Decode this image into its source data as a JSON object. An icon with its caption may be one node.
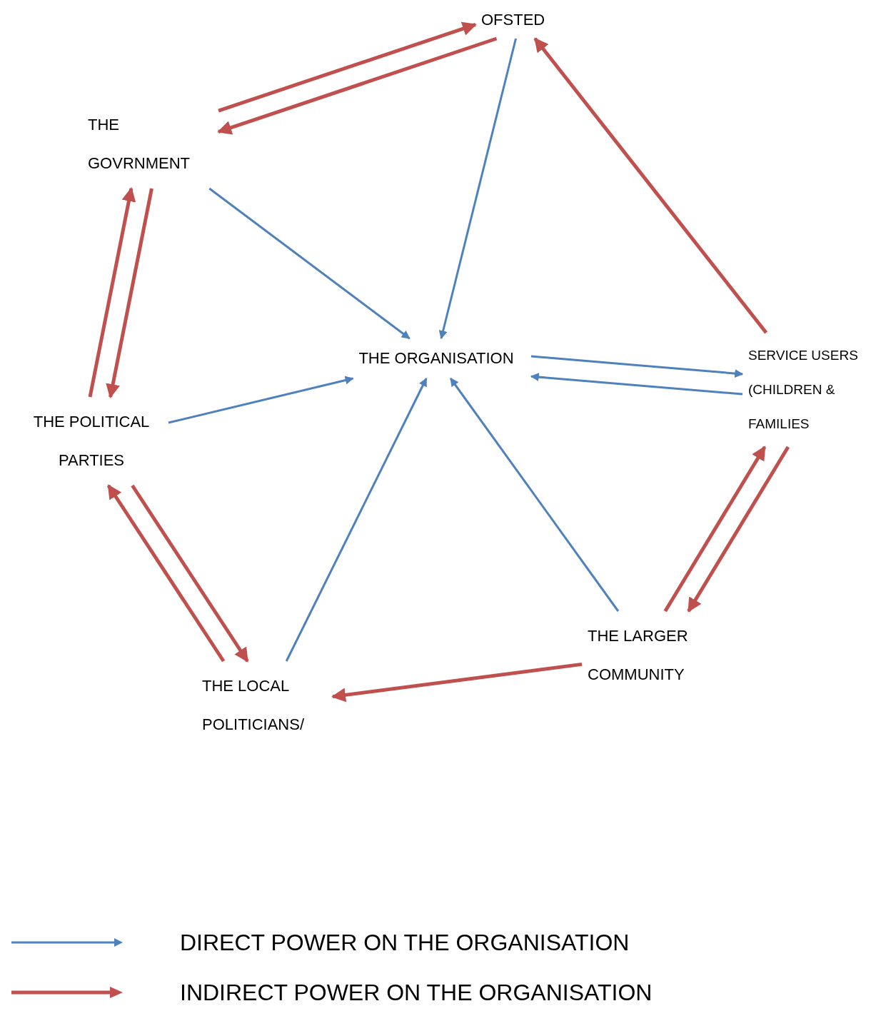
{
  "diagram": {
    "nodes": [
      {
        "text": [
          "OFSTED"
        ]
      },
      {
        "text": [
          "THE GOVRNMENT"
        ]
      },
      {
        "text": [
          "THE ORGANISATION"
        ]
      },
      {
        "text": [
          "SERVICE USERS (CHILDREN & FAMILIES"
        ]
      },
      {
        "text": [
          "THE POLITICAL PARTIES"
        ]
      },
      {
        "text": [
          "THE LARGER COMMUNITY"
        ]
      },
      {
        "text": [
          "THE LOCAL POLITICIANS/"
        ]
      }
    ],
    "edges": [
      {
        "from": 1,
        "to": 0,
        "arrow": "to"
      },
      {
        "from": 0,
        "to": 1,
        "arrow": "to"
      },
      {
        "from": 0,
        "to": 2,
        "arrow": "to",
        "color": "#4f81bd"
      },
      {
        "from": 3,
        "to": 0,
        "arrow": "to"
      },
      {
        "from": 1,
        "to": 2,
        "arrow": "to",
        "color": "#4f81bd"
      },
      {
        "from": 4,
        "to": 1,
        "arrow": "to"
      },
      {
        "from": 1,
        "to": 4,
        "arrow": "to"
      },
      {
        "from": 3,
        "to": 2,
        "arrow": "to",
        "color": "#4f81bd"
      },
      {
        "from": 2,
        "to": 3,
        "arrow": "to",
        "color": "#4f81bd"
      },
      {
        "from": 4,
        "to": 2,
        "arrow": "to",
        "color": "#4f81bd"
      },
      {
        "from": 5,
        "to": 3,
        "arrow": "to"
      },
      {
        "from": 3,
        "to": 5,
        "arrow": "to"
      },
      {
        "from": 6,
        "to": 2,
        "arrow": "to",
        "color": "#4f81bd"
      },
      {
        "from": 5,
        "to": 2,
        "arrow": "to",
        "color": "#4f81bd"
      },
      {
        "from": 4,
        "to": 6,
        "arrow": "to"
      },
      {
        "from": 6,
        "to": 4,
        "arrow": "to"
      },
      {
        "from": 5,
        "to": 6,
        "arrow": "to"
      }
    ],
    "legend": [
      {
        "text": "DIRECT POWER ON THE ORGANISATION"
      },
      {
        "text": "INDIRECT POWER ON THE ORGANISATION"
      }
    ]
  }
}
